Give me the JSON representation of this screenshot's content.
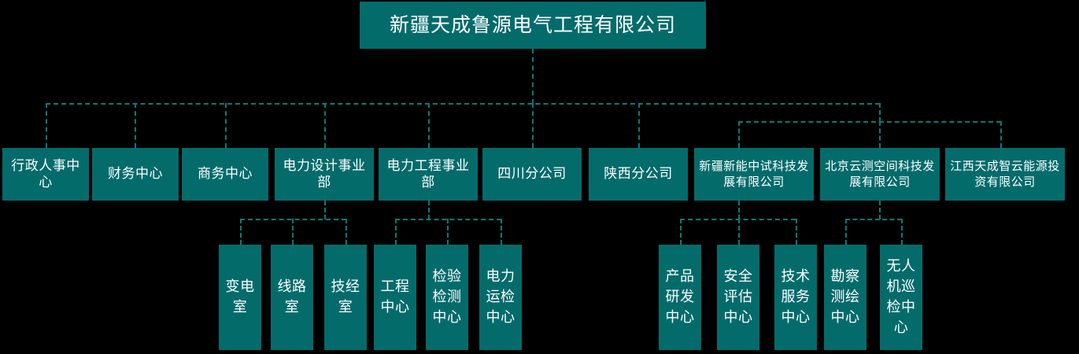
{
  "diagram": {
    "title": "新疆天成鲁源电气工程有限公司",
    "type": "organization-chart",
    "colors": {
      "box_fill": "#046b6b",
      "box_text": "#ffffff",
      "connector": "#0b7a76",
      "background": "#000000"
    }
  },
  "root": {
    "label": "新疆天成鲁源电气工程有限公司"
  },
  "level2": [
    {
      "id": "admin-hr-center",
      "label": "行政人事中心"
    },
    {
      "id": "finance-center",
      "label": "财务中心"
    },
    {
      "id": "business-center",
      "label": "商务中心"
    },
    {
      "id": "power-design-div",
      "label": "电力设计事业部"
    },
    {
      "id": "power-engineering-div",
      "label": "电力工程事业部"
    },
    {
      "id": "sichuan-branch",
      "label": "四川分公司"
    },
    {
      "id": "shaanxi-branch",
      "label": "陕西分公司"
    },
    {
      "id": "xinjiang-xinneng",
      "label": "新疆新能中试科技发展有限公司"
    },
    {
      "id": "beijing-yunce",
      "label": "北京云测空间科技发展有限公司"
    },
    {
      "id": "jiangxi-tiancheng",
      "label": "江西天成智云能源投资有限公司"
    }
  ],
  "level3": [
    {
      "id": "substation-office",
      "parent": "power-design-div",
      "label": "变电室"
    },
    {
      "id": "line-office",
      "parent": "power-design-div",
      "label": "线路室"
    },
    {
      "id": "tech-economics-office",
      "parent": "power-design-div",
      "label": "技经室"
    },
    {
      "id": "engineering-center",
      "parent": "power-engineering-div",
      "label": "工程中心"
    },
    {
      "id": "inspection-testing-center",
      "parent": "power-engineering-div",
      "label": "检验检测中心"
    },
    {
      "id": "power-om-center",
      "parent": "power-engineering-div",
      "label": "电力运检中心"
    },
    {
      "id": "product-rd-center",
      "parent": "xinjiang-xinneng",
      "label": "产品研发中心"
    },
    {
      "id": "safety-assessment-center",
      "parent": "xinjiang-xinneng",
      "label": "安全评估中心"
    },
    {
      "id": "tech-service-center",
      "parent": "xinjiang-xinneng",
      "label": "技术服务中心"
    },
    {
      "id": "survey-mapping-center",
      "parent": "beijing-yunce",
      "label": "勘察测绘中心"
    },
    {
      "id": "uav-inspection-center",
      "parent": "beijing-yunce",
      "label": "无人机巡检中心"
    }
  ]
}
